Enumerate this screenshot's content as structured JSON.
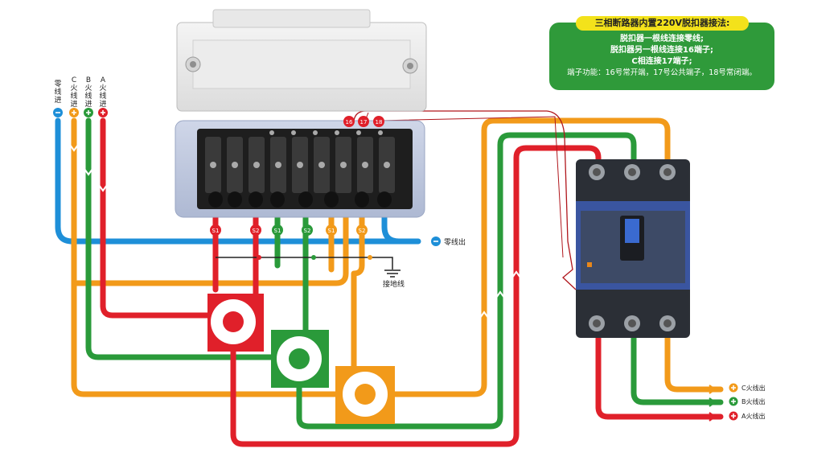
{
  "note": {
    "title": "三相断路器内置220V脱扣器接法:",
    "lines": [
      "脱扣器一根线连接零线;",
      "脱扣器另一根线连接16端子;",
      "C相连接17端子;",
      "端子功能：16号常开端，17号公共端子，18号常闭端。"
    ]
  },
  "inputs": [
    {
      "label": "零线进",
      "sign": "−",
      "color": "#1e8fd8"
    },
    {
      "label": "C火线进",
      "sign": "+",
      "color": "#f29a1a"
    },
    {
      "label": "B火线进",
      "sign": "+",
      "color": "#2a9a3a"
    },
    {
      "label": "A火线进",
      "sign": "+",
      "color": "#e0202a"
    }
  ],
  "terminals": [
    "16",
    "17",
    "18"
  ],
  "ct_labels": [
    "S1",
    "S2",
    "S1",
    "S2",
    "S1",
    "S2"
  ],
  "outputs": {
    "neutral": "零线出",
    "ground": "接地线",
    "c": "C火线出",
    "b": "B火线出",
    "a": "A火线出"
  },
  "colors": {
    "red": "#e0202a",
    "green": "#2a9a3a",
    "orange": "#f29a1a",
    "blue": "#1e8fd8",
    "note_bg": "#2f9a3a",
    "note_title_bg": "#f3e21b"
  }
}
